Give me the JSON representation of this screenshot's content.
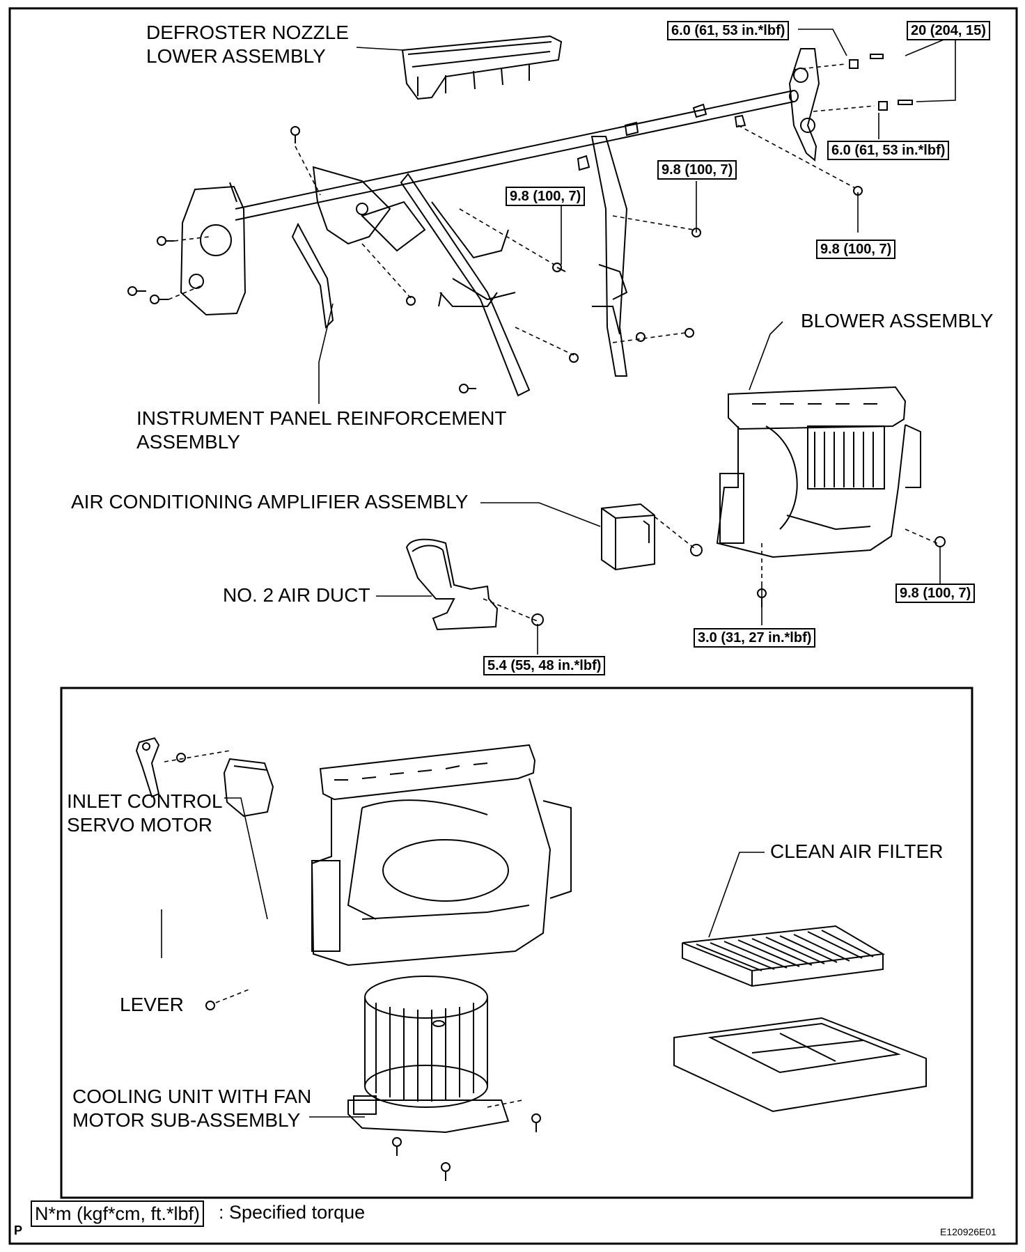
{
  "labels": {
    "defroster_nozzle": "DEFROSTER NOZZLE\nLOWER ASSEMBLY",
    "instrument_panel": "INSTRUMENT PANEL REINFORCEMENT\nASSEMBLY",
    "blower_assembly": "BLOWER ASSEMBLY",
    "ac_amplifier": "AIR CONDITIONING AMPLIFIER ASSEMBLY",
    "no2_air_duct": "NO. 2 AIR DUCT",
    "inlet_servo": "INLET CONTROL\nSERVO MOTOR",
    "clean_air_filter": "CLEAN AIR FILTER",
    "lever": "LEVER",
    "cooling_unit": "COOLING UNIT WITH FAN\nMOTOR SUB-ASSEMBLY"
  },
  "torques": {
    "t1": "6.0 (61, 53 in.*lbf)",
    "t2": "20 (204, 15)",
    "t3": "6.0 (61, 53 in.*lbf)",
    "t4": "9.8 (100, 7)",
    "t5": "9.8 (100, 7)",
    "t6": "9.8 (100, 7)",
    "t7": "9.8 (100, 7)",
    "t8": "3.0 (31, 27 in.*lbf)",
    "t9": "5.4 (55, 48 in.*lbf)"
  },
  "legend": {
    "unit_box": "N*m (kgf*cm, ft.*lbf)",
    "unit_text": ": Specified torque"
  },
  "corner": {
    "left": "P",
    "right": "E120926E01"
  }
}
